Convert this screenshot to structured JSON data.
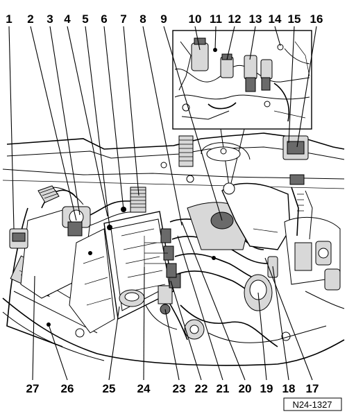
{
  "figure": {
    "reference_code": "N24-1327",
    "callouts_top": [
      "1",
      "2",
      "3",
      "4",
      "5",
      "6",
      "7",
      "8",
      "9",
      "10",
      "11",
      "12",
      "13",
      "14",
      "15",
      "16"
    ],
    "callouts_bottom": [
      "27",
      "26",
      "25",
      "24",
      "23",
      "22",
      "21",
      "20",
      "19",
      "18",
      "17"
    ]
  }
}
